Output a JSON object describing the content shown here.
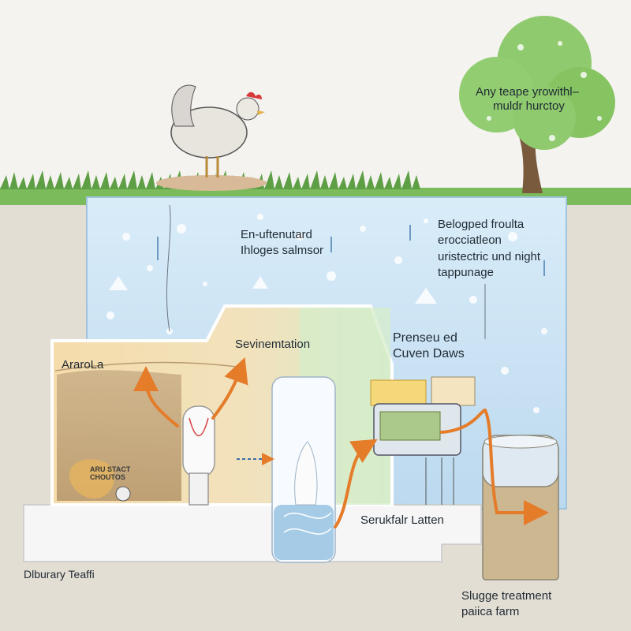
{
  "labels": {
    "tree_text_line1": "Any teape yrowithl–",
    "tree_text_line2": "muldr hurctoy",
    "water_left_line1": "En-uftenutard",
    "water_left_line2": "Ihloges salmsor",
    "water_right_line1": "Belogped froulta",
    "water_right_line2": "erocciatleon",
    "water_right_line3": "uristectric und night",
    "water_right_line4": "tappunage",
    "sedimentation": "Sevinemtation",
    "left_chamber": "AraroLa",
    "small_logo_text_line1": "ARU STACT",
    "small_logo_text_line2": "CHOUTOS",
    "pressure_line1": "Prenseu ed",
    "pressure_line2": "Cuven Daws",
    "bottom_mid": "Serukfalr Latten",
    "bottom_left": "Dlburary Teaffi",
    "sludge_line1": "Slugge treatment",
    "sludge_line2": "paiica farm"
  },
  "icons": [
    "chicken-icon",
    "tree-icon",
    "flow-arrow-icon",
    "cylinder-tank-icon",
    "sludge-tank-icon"
  ],
  "colors": {
    "sky": "#f4f3ef",
    "water": "#cfe4f4",
    "grass": "#6aa84f",
    "chamber_fill": "#f2d7a6",
    "soil": "#c9ad85",
    "arrow": "#e47c2a",
    "tank_green": "#cfe5c2"
  }
}
